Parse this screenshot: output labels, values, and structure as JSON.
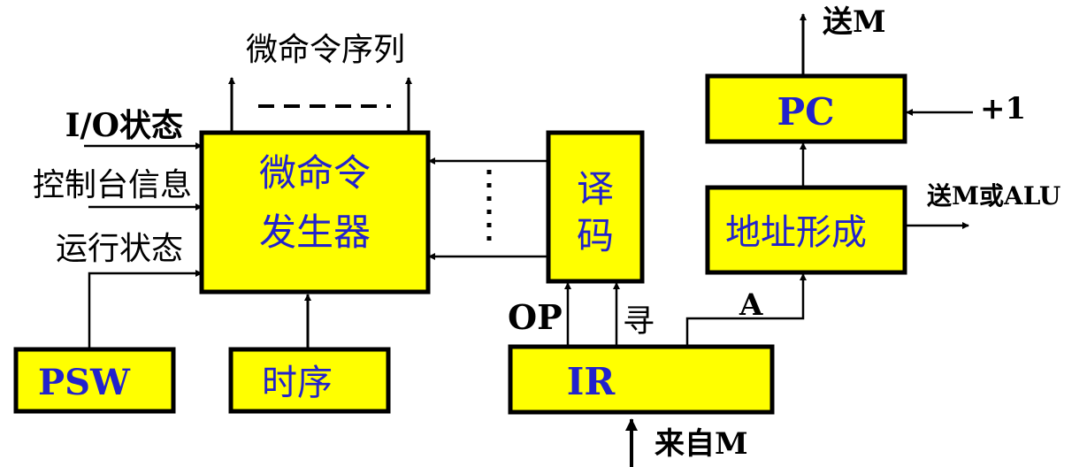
{
  "blocks": {
    "micro_cmd_line1": "微命令",
    "micro_cmd_line2": "发生器",
    "decoder_line1": "译",
    "decoder_line2": "码",
    "pc": "PC",
    "addr_form": "地址形成",
    "psw": "PSW",
    "timing": "时序",
    "ir": "IR"
  },
  "labels": {
    "micro_seq": "微命令序列",
    "io_status": "I/O状态",
    "console_info": "控制台信息",
    "run_status": "运行状态",
    "send_m": "送M",
    "plus_one": "+1",
    "send_m_or_alu": "送M或ALU",
    "a": "A",
    "op": "OP",
    "xun": "寻",
    "from_m": "来自M"
  },
  "colors": {
    "box_fill": "#ffff00",
    "box_text": "#2222cc",
    "line": "#000000"
  }
}
